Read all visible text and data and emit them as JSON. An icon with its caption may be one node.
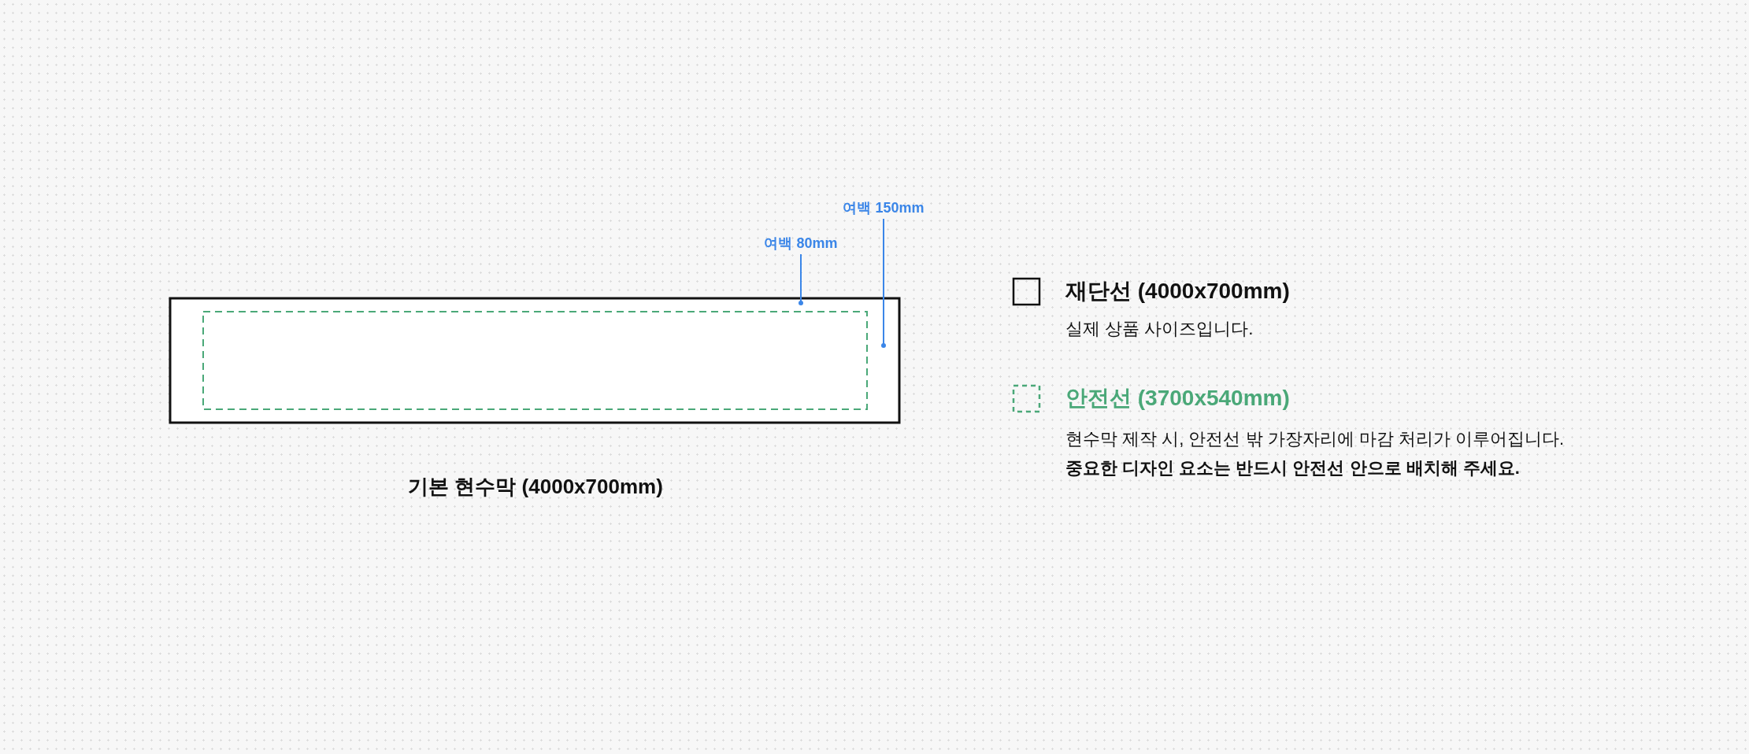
{
  "diagram": {
    "nodes": [
      {
        "text": [
          "여백 80mm"
        ]
      },
      {
        "text": [
          "여백 150mm"
        ]
      }
    ],
    "edges": [
      {
        "from": 0,
        "to": null,
        "arrow": "other"
      },
      {
        "from": 1,
        "to": null,
        "arrow": "other"
      }
    ],
    "labels": [
      "기본 현수막 (4000x700mm)",
      "실제 상품 사이즈입니다.",
      "현수막 제작 시, 안전선 밖 가장자리에 마감 처리가 이루어집니다.",
      "중요한 디자인 요소는 반드시 안전선 안으로 배치해 주세요."
    ],
    "legend": [
      {
        "text": "재단선 (4000x700mm)"
      },
      {
        "text": "안전선 (3700x540mm)"
      }
    ]
  }
}
